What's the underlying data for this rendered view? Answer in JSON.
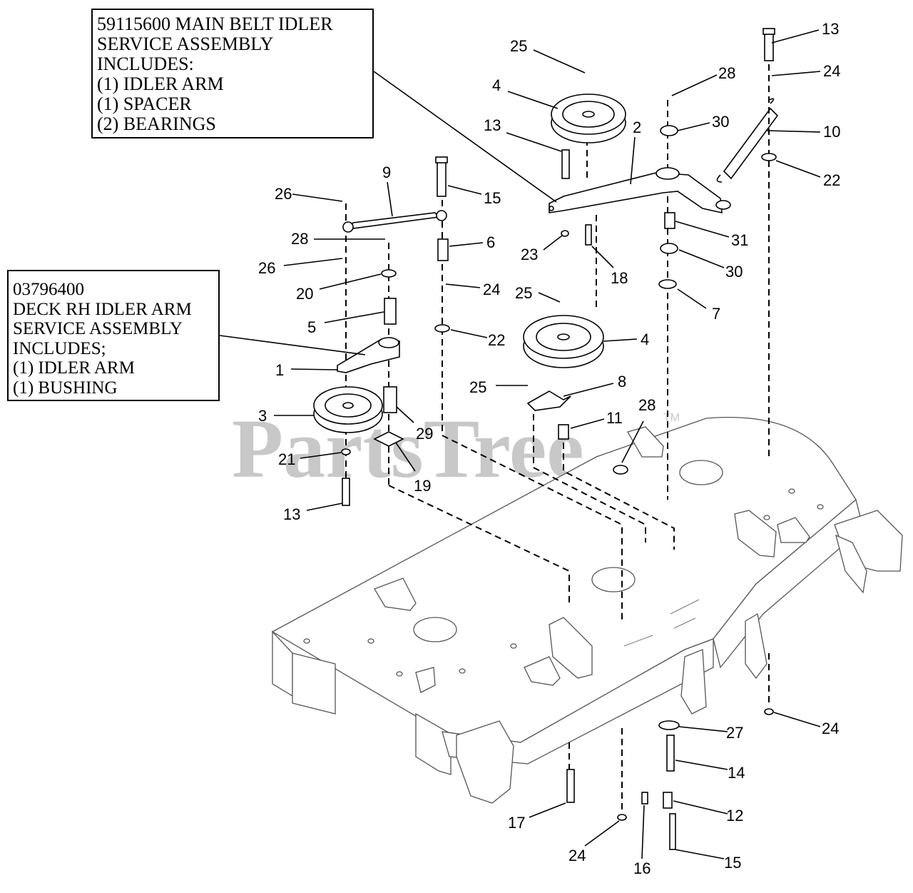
{
  "callouts": {
    "main_belt": {
      "lines": [
        "59115600 MAIN BELT IDLER",
        "SERVICE ASSEMBLY",
        "INCLUDES:",
        "(1) IDLER ARM",
        "(1) SPACER",
        "(2) BEARINGS"
      ]
    },
    "deck_rh": {
      "lines": [
        "03796400",
        "DECK RH IDLER ARM",
        "SERVICE ASSEMBLY",
        "INCLUDES;",
        "(1) IDLER ARM",
        "(1)  BUSHING"
      ]
    }
  },
  "watermark": {
    "text": "PartsTree",
    "tm": "TM"
  },
  "part_numbers": [
    "13",
    "25",
    "28",
    "24",
    "4",
    "30",
    "2",
    "10",
    "13",
    "22",
    "9",
    "15",
    "26",
    "28",
    "6",
    "31",
    "26",
    "23",
    "18",
    "30",
    "20",
    "24",
    "25",
    "7",
    "5",
    "22",
    "4",
    "1",
    "25",
    "8",
    "28",
    "3",
    "11",
    "29",
    "21",
    "19",
    "13",
    "27",
    "24",
    "14",
    "12",
    "17",
    "24",
    "16",
    "15"
  ]
}
